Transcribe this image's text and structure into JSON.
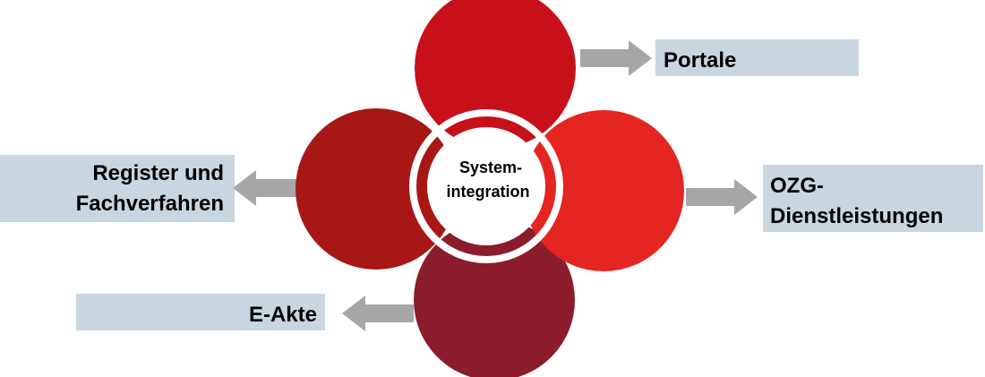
{
  "center": {
    "line1": "System-",
    "line2": "integration"
  },
  "nodes": {
    "portale": {
      "label": "Portale"
    },
    "ozg": {
      "line1": "OZG-",
      "line2": "Dienstleistungen"
    },
    "register": {
      "line1": "Register und",
      "line2": "Fachverfahren"
    },
    "eakte": {
      "label": "E-Akte"
    }
  },
  "colors": {
    "circle_top": "#c8101a",
    "circle_right": "#e52521",
    "circle_left": "#a71716",
    "circle_bottom": "#8b1c2c",
    "label_box": "#c9d6df",
    "arrow": "#a6a6a6",
    "ring": "#ffffff"
  }
}
